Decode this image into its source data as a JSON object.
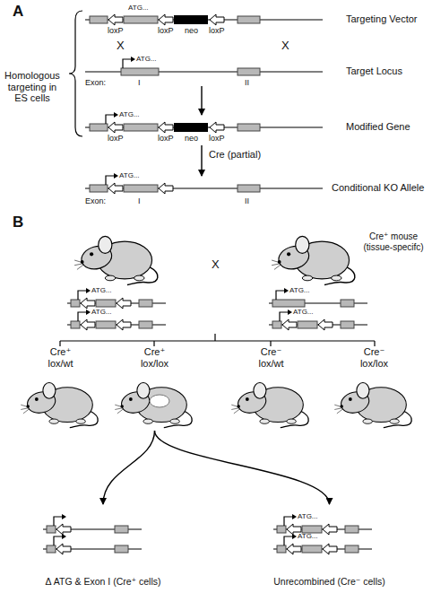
{
  "diagram": {
    "nodes": [
      {
        "text": [
          "Cre⁺ lox/wt"
        ]
      },
      {
        "text": [
          "Cre⁺ lox/lox"
        ]
      },
      {
        "text": [
          "Cre⁻ lox/wt"
        ]
      },
      {
        "text": [
          "Cre⁻ lox/lox"
        ]
      },
      {
        "text": [
          "Δ ATG & Exon I (Cre⁺ cells)"
        ]
      },
      {
        "text": [
          "Unrecombined (Cre⁻ cells)"
        ]
      }
    ],
    "edges": [
      {
        "from": 1,
        "to": 4,
        "arrow": "to"
      },
      {
        "from": 1,
        "to": 5,
        "arrow": "to"
      }
    ],
    "labels": [
      "A",
      "Targeting Vector",
      "Target Locus",
      "Modified Gene",
      "Conditional KO Allele",
      "Homologous targeting in ES cells",
      "ATG...",
      "loxP",
      "loxP",
      "neo",
      "loxP",
      "X",
      "X",
      "ATG...",
      "Exon:",
      "I",
      "II",
      "ATG...",
      "loxP",
      "loxP",
      "neo",
      "loxP",
      "Cre (partial)",
      "ATG...",
      "Exon:",
      "I",
      "II",
      "B",
      "Cre⁺ mouse (tissue-specifc)",
      "X",
      "ATG...",
      "ATG...",
      "ATG...",
      "ATG...",
      "ATG...",
      "ATG..."
    ]
  }
}
